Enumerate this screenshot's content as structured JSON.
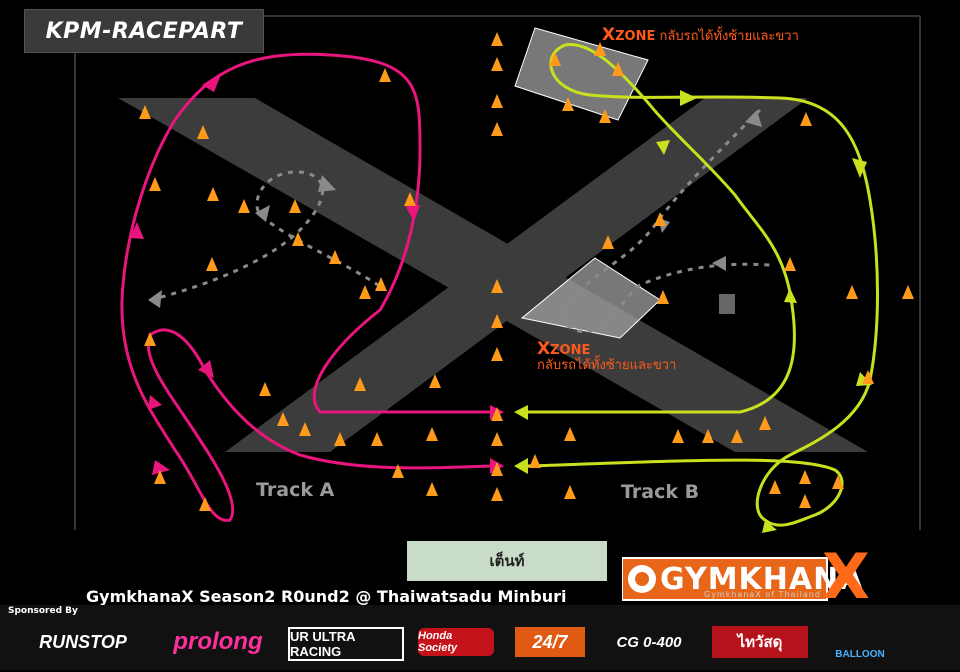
{
  "brand": {
    "name": "KPM-RACEPART"
  },
  "zones": [
    {
      "prefix": "X",
      "rest": "ZONE",
      "thai": "กลับรถได้ทั้งซ้ายและขวา"
    },
    {
      "prefix": "X",
      "rest": "ZONE",
      "thai": "กลับรถได้ทั้งซ้ายและขวา"
    }
  ],
  "tracks": {
    "a": "Track A",
    "b": "Track B"
  },
  "start_label": "เต็นท์",
  "event_title": "GymkhanaX Season2 R0und2 @ Thaiwatsadu Minburi",
  "logo": {
    "text": "GYMKHANA",
    "x": "X",
    "tagline": "GymkhanaX of Thailand"
  },
  "sponsored_label": "Sponsored  By",
  "sponsors": [
    "RUNSTOP",
    "prolong",
    "UR ULTRA RACING",
    "Honda Society",
    "24/7",
    "CG 0-400",
    "ไทวัสดุ",
    "BALLOON"
  ],
  "colors": {
    "track_a": "#e8157d",
    "track_b": "#c9e01e",
    "cone": "#ff9a1a",
    "x_shape": "#3c3c3c",
    "zone_text": "#ff5a1a"
  },
  "icons": [
    "traffic-cone-icon",
    "direction-arrow-icon"
  ]
}
